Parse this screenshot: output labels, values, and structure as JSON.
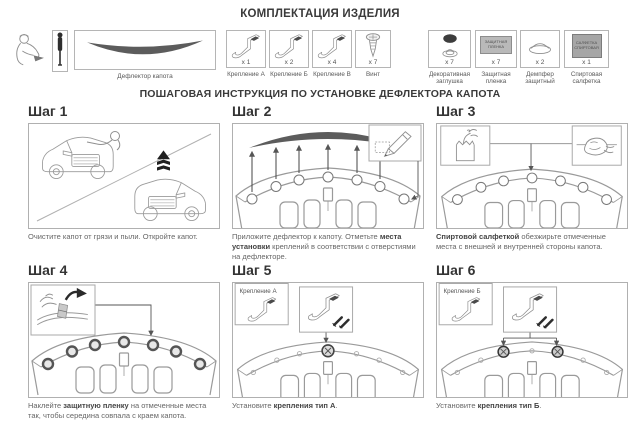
{
  "page": {
    "kit_title": "КОМПЛЕКТАЦИЯ ИЗДЕЛИЯ",
    "steps_title": "ПОШАГОВАЯ ИНСТРУКЦИЯ ПО УСТАНОВКЕ ДЕФЛЕКТОРА КАПОТА"
  },
  "colors": {
    "line_art": "#9a9a9a",
    "deflector_fill": "#5c5c5c",
    "muted_text": "#666666",
    "title_text": "#3a3a3a"
  },
  "kit": {
    "deflector_label": "Дефлектор капота",
    "film_chip_text": "ЗАЩИТНАЯ ПЛЕНКА",
    "wipe_chip_text": "САЛФЕТКА СПИРТОВАЯ",
    "parts": [
      {
        "label": "Крепление А",
        "qty": "x 1"
      },
      {
        "label": "Крепление Б",
        "qty": "x 2"
      },
      {
        "label": "Крепление В",
        "qty": "x 4"
      },
      {
        "label": "Винт",
        "qty": "x 7"
      },
      {
        "label": "Декоративная заглушка",
        "qty": "x 7"
      },
      {
        "label": "Защитная пленка",
        "qty": "x 7"
      },
      {
        "label": "Демпфер защитный",
        "qty": "x 2"
      },
      {
        "label": "Спиртовая салфетка",
        "qty": "x 1"
      }
    ]
  },
  "steps": [
    {
      "title": "Шаг 1",
      "cap_pre": "Очистите капот от грязи и пыли. Откройте капот.",
      "cap_bold": "",
      "cap_post": ""
    },
    {
      "title": "Шаг 2",
      "cap_pre": "Приложите дефлектор к капоту. Отметьте ",
      "cap_bold": "места установки",
      "cap_post": " креплений в соответствии с отверстиями на дефлекторе."
    },
    {
      "title": "Шаг 3",
      "cap_pre": "",
      "cap_bold": "Спиртовой салфеткой",
      "cap_post": " обезжирьте отмеченные места с внешней и внутренней стороны капота."
    },
    {
      "title": "Шаг 4",
      "cap_pre": "Наклейте ",
      "cap_bold": "защитную пленку",
      "cap_post": " на отмеченные места так, чтобы середина совпала с краем капота."
    },
    {
      "title": "Шаг 5",
      "cap_pre": "Установите ",
      "cap_bold": "крепления тип А",
      "cap_post": ".",
      "inset_label": "Крепление  А"
    },
    {
      "title": "Шаг 6",
      "cap_pre": "Установите ",
      "cap_bold": "крепления тип Б",
      "cap_post": ".",
      "inset_label": "Крепление  Б"
    }
  ]
}
